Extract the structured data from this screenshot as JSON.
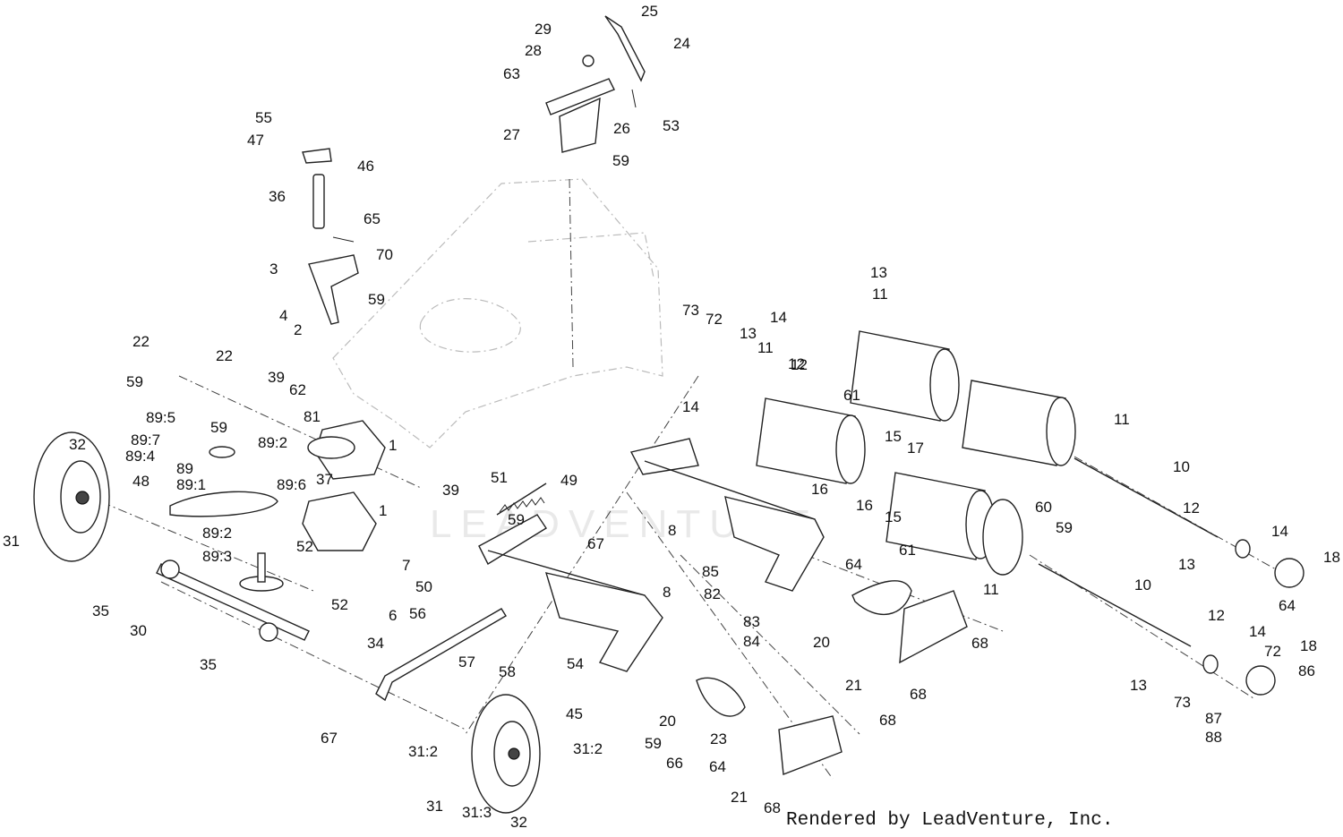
{
  "diagram": {
    "watermark": "LEADVENTURE",
    "credit": "Rendered by LeadVenture, Inc.",
    "callouts": [
      {
        "id": "c25",
        "text": "25"
      },
      {
        "id": "c29",
        "text": "29"
      },
      {
        "id": "c28",
        "text": "28"
      },
      {
        "id": "c24",
        "text": "24"
      },
      {
        "id": "c63",
        "text": "63"
      },
      {
        "id": "c53",
        "text": "53"
      },
      {
        "id": "c27",
        "text": "27"
      },
      {
        "id": "c26",
        "text": "26"
      },
      {
        "id": "c59a",
        "text": "59"
      },
      {
        "id": "c55",
        "text": "55"
      },
      {
        "id": "c47",
        "text": "47"
      },
      {
        "id": "c46",
        "text": "46"
      },
      {
        "id": "c36",
        "text": "36"
      },
      {
        "id": "c65",
        "text": "65"
      },
      {
        "id": "c70",
        "text": "70"
      },
      {
        "id": "c3",
        "text": "3"
      },
      {
        "id": "c59b",
        "text": "59"
      },
      {
        "id": "c4",
        "text": "4"
      },
      {
        "id": "c2",
        "text": "2"
      },
      {
        "id": "c13a",
        "text": "13"
      },
      {
        "id": "c11a",
        "text": "11"
      },
      {
        "id": "c14a",
        "text": "14"
      },
      {
        "id": "c12a",
        "text": "12"
      },
      {
        "id": "c73a",
        "text": "73"
      },
      {
        "id": "c72a",
        "text": "72"
      },
      {
        "id": "c13b",
        "text": "13"
      },
      {
        "id": "c11b",
        "text": "11"
      },
      {
        "id": "c12b",
        "text": "12"
      },
      {
        "id": "c14b",
        "text": "14"
      },
      {
        "id": "c61a",
        "text": "61"
      },
      {
        "id": "c22a",
        "text": "22"
      },
      {
        "id": "c22b",
        "text": "22"
      },
      {
        "id": "c59c",
        "text": "59"
      },
      {
        "id": "c39a",
        "text": "39"
      },
      {
        "id": "c62",
        "text": "62"
      },
      {
        "id": "c59d",
        "text": "59"
      },
      {
        "id": "c895",
        "text": "89:5"
      },
      {
        "id": "c81",
        "text": "81"
      },
      {
        "id": "c897",
        "text": "89:7"
      },
      {
        "id": "c892a",
        "text": "89:2"
      },
      {
        "id": "c1a",
        "text": "1"
      },
      {
        "id": "c894",
        "text": "89:4"
      },
      {
        "id": "c89",
        "text": "89"
      },
      {
        "id": "c891",
        "text": "89:1"
      },
      {
        "id": "c896",
        "text": "89:6"
      },
      {
        "id": "c37",
        "text": "37"
      },
      {
        "id": "c32a",
        "text": "32"
      },
      {
        "id": "c48",
        "text": "48"
      },
      {
        "id": "c39b",
        "text": "39"
      },
      {
        "id": "c51",
        "text": "51"
      },
      {
        "id": "c49",
        "text": "49"
      },
      {
        "id": "c59e",
        "text": "59"
      },
      {
        "id": "c1b",
        "text": "1"
      },
      {
        "id": "c31a",
        "text": "31"
      },
      {
        "id": "c52a",
        "text": "52"
      },
      {
        "id": "c892b",
        "text": "89:2"
      },
      {
        "id": "c893",
        "text": "89:3"
      },
      {
        "id": "c7",
        "text": "7"
      },
      {
        "id": "c67a",
        "text": "67"
      },
      {
        "id": "c15a",
        "text": "15"
      },
      {
        "id": "c17",
        "text": "17"
      },
      {
        "id": "c16a",
        "text": "16"
      },
      {
        "id": "c16b",
        "text": "16"
      },
      {
        "id": "c15b",
        "text": "15"
      },
      {
        "id": "c11c",
        "text": "11"
      },
      {
        "id": "c10a",
        "text": "10"
      },
      {
        "id": "c8a",
        "text": "8"
      },
      {
        "id": "c60",
        "text": "60"
      },
      {
        "id": "c59f",
        "text": "59"
      },
      {
        "id": "c61b",
        "text": "61"
      },
      {
        "id": "c12c",
        "text": "12"
      },
      {
        "id": "c14c",
        "text": "14"
      },
      {
        "id": "c13c",
        "text": "13"
      },
      {
        "id": "c18a",
        "text": "18"
      },
      {
        "id": "c64a",
        "text": "64"
      },
      {
        "id": "c35a",
        "text": "35"
      },
      {
        "id": "c30",
        "text": "30"
      },
      {
        "id": "c50",
        "text": "50"
      },
      {
        "id": "c52b",
        "text": "52"
      },
      {
        "id": "c56",
        "text": "56"
      },
      {
        "id": "c6",
        "text": "6"
      },
      {
        "id": "c8b",
        "text": "8"
      },
      {
        "id": "c85",
        "text": "85"
      },
      {
        "id": "c82",
        "text": "82"
      },
      {
        "id": "c64b",
        "text": "64"
      },
      {
        "id": "c11d",
        "text": "11"
      },
      {
        "id": "c10b",
        "text": "10"
      },
      {
        "id": "c35b",
        "text": "35"
      },
      {
        "id": "c34",
        "text": "34"
      },
      {
        "id": "c57",
        "text": "57"
      },
      {
        "id": "c58",
        "text": "58"
      },
      {
        "id": "c54",
        "text": "54"
      },
      {
        "id": "c83",
        "text": "83"
      },
      {
        "id": "c84",
        "text": "84"
      },
      {
        "id": "c20a",
        "text": "20"
      },
      {
        "id": "c68a",
        "text": "68"
      },
      {
        "id": "c12d",
        "text": "12"
      },
      {
        "id": "c14d",
        "text": "14"
      },
      {
        "id": "c72b",
        "text": "72"
      },
      {
        "id": "c18b",
        "text": "18"
      },
      {
        "id": "c86",
        "text": "86"
      },
      {
        "id": "c13d",
        "text": "13"
      },
      {
        "id": "c73b",
        "text": "73"
      },
      {
        "id": "c21a",
        "text": "21"
      },
      {
        "id": "c68b",
        "text": "68"
      },
      {
        "id": "c87",
        "text": "87"
      },
      {
        "id": "c88",
        "text": "88"
      },
      {
        "id": "c67b",
        "text": "67"
      },
      {
        "id": "c45",
        "text": "45"
      },
      {
        "id": "c20b",
        "text": "20"
      },
      {
        "id": "c23",
        "text": "23"
      },
      {
        "id": "c59g",
        "text": "59"
      },
      {
        "id": "c66",
        "text": "66"
      },
      {
        "id": "c64c",
        "text": "64"
      },
      {
        "id": "c68c",
        "text": "68"
      },
      {
        "id": "c312a",
        "text": "31:2"
      },
      {
        "id": "c312b",
        "text": "31:2"
      },
      {
        "id": "c31b",
        "text": "31"
      },
      {
        "id": "c313",
        "text": "31:3"
      },
      {
        "id": "c32b",
        "text": "32"
      },
      {
        "id": "c21b",
        "text": "21"
      },
      {
        "id": "c68d",
        "text": "68"
      }
    ]
  }
}
